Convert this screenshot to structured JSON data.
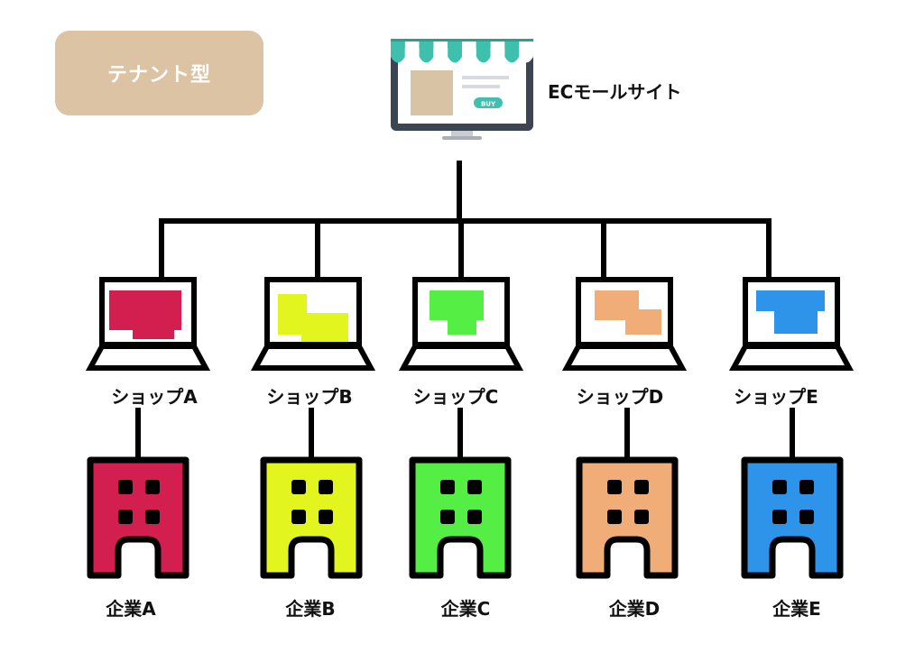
{
  "badge": {
    "label": "テナント型",
    "color": "#dcc3a3"
  },
  "mall": {
    "label": "ECモールサイト",
    "buy_label": "BUY",
    "awning_colors": [
      "#3fbfae",
      "#ffffff"
    ],
    "button_color": "#3fbfae",
    "panel_color": "#d8c3a5"
  },
  "shops": [
    {
      "label": "ショップA",
      "color": "#d21f4f"
    },
    {
      "label": "ショップB",
      "color": "#e2f51f"
    },
    {
      "label": "ショップC",
      "color": "#55ee45"
    },
    {
      "label": "ショップD",
      "color": "#f1ad78"
    },
    {
      "label": "ショップE",
      "color": "#2d94ea"
    }
  ],
  "companies": [
    {
      "label": "企業A",
      "color": "#d21f4f"
    },
    {
      "label": "企業B",
      "color": "#e2f51f"
    },
    {
      "label": "企業C",
      "color": "#55ee45"
    },
    {
      "label": "企業D",
      "color": "#f1ad78"
    },
    {
      "label": "企業E",
      "color": "#2d94ea"
    }
  ]
}
